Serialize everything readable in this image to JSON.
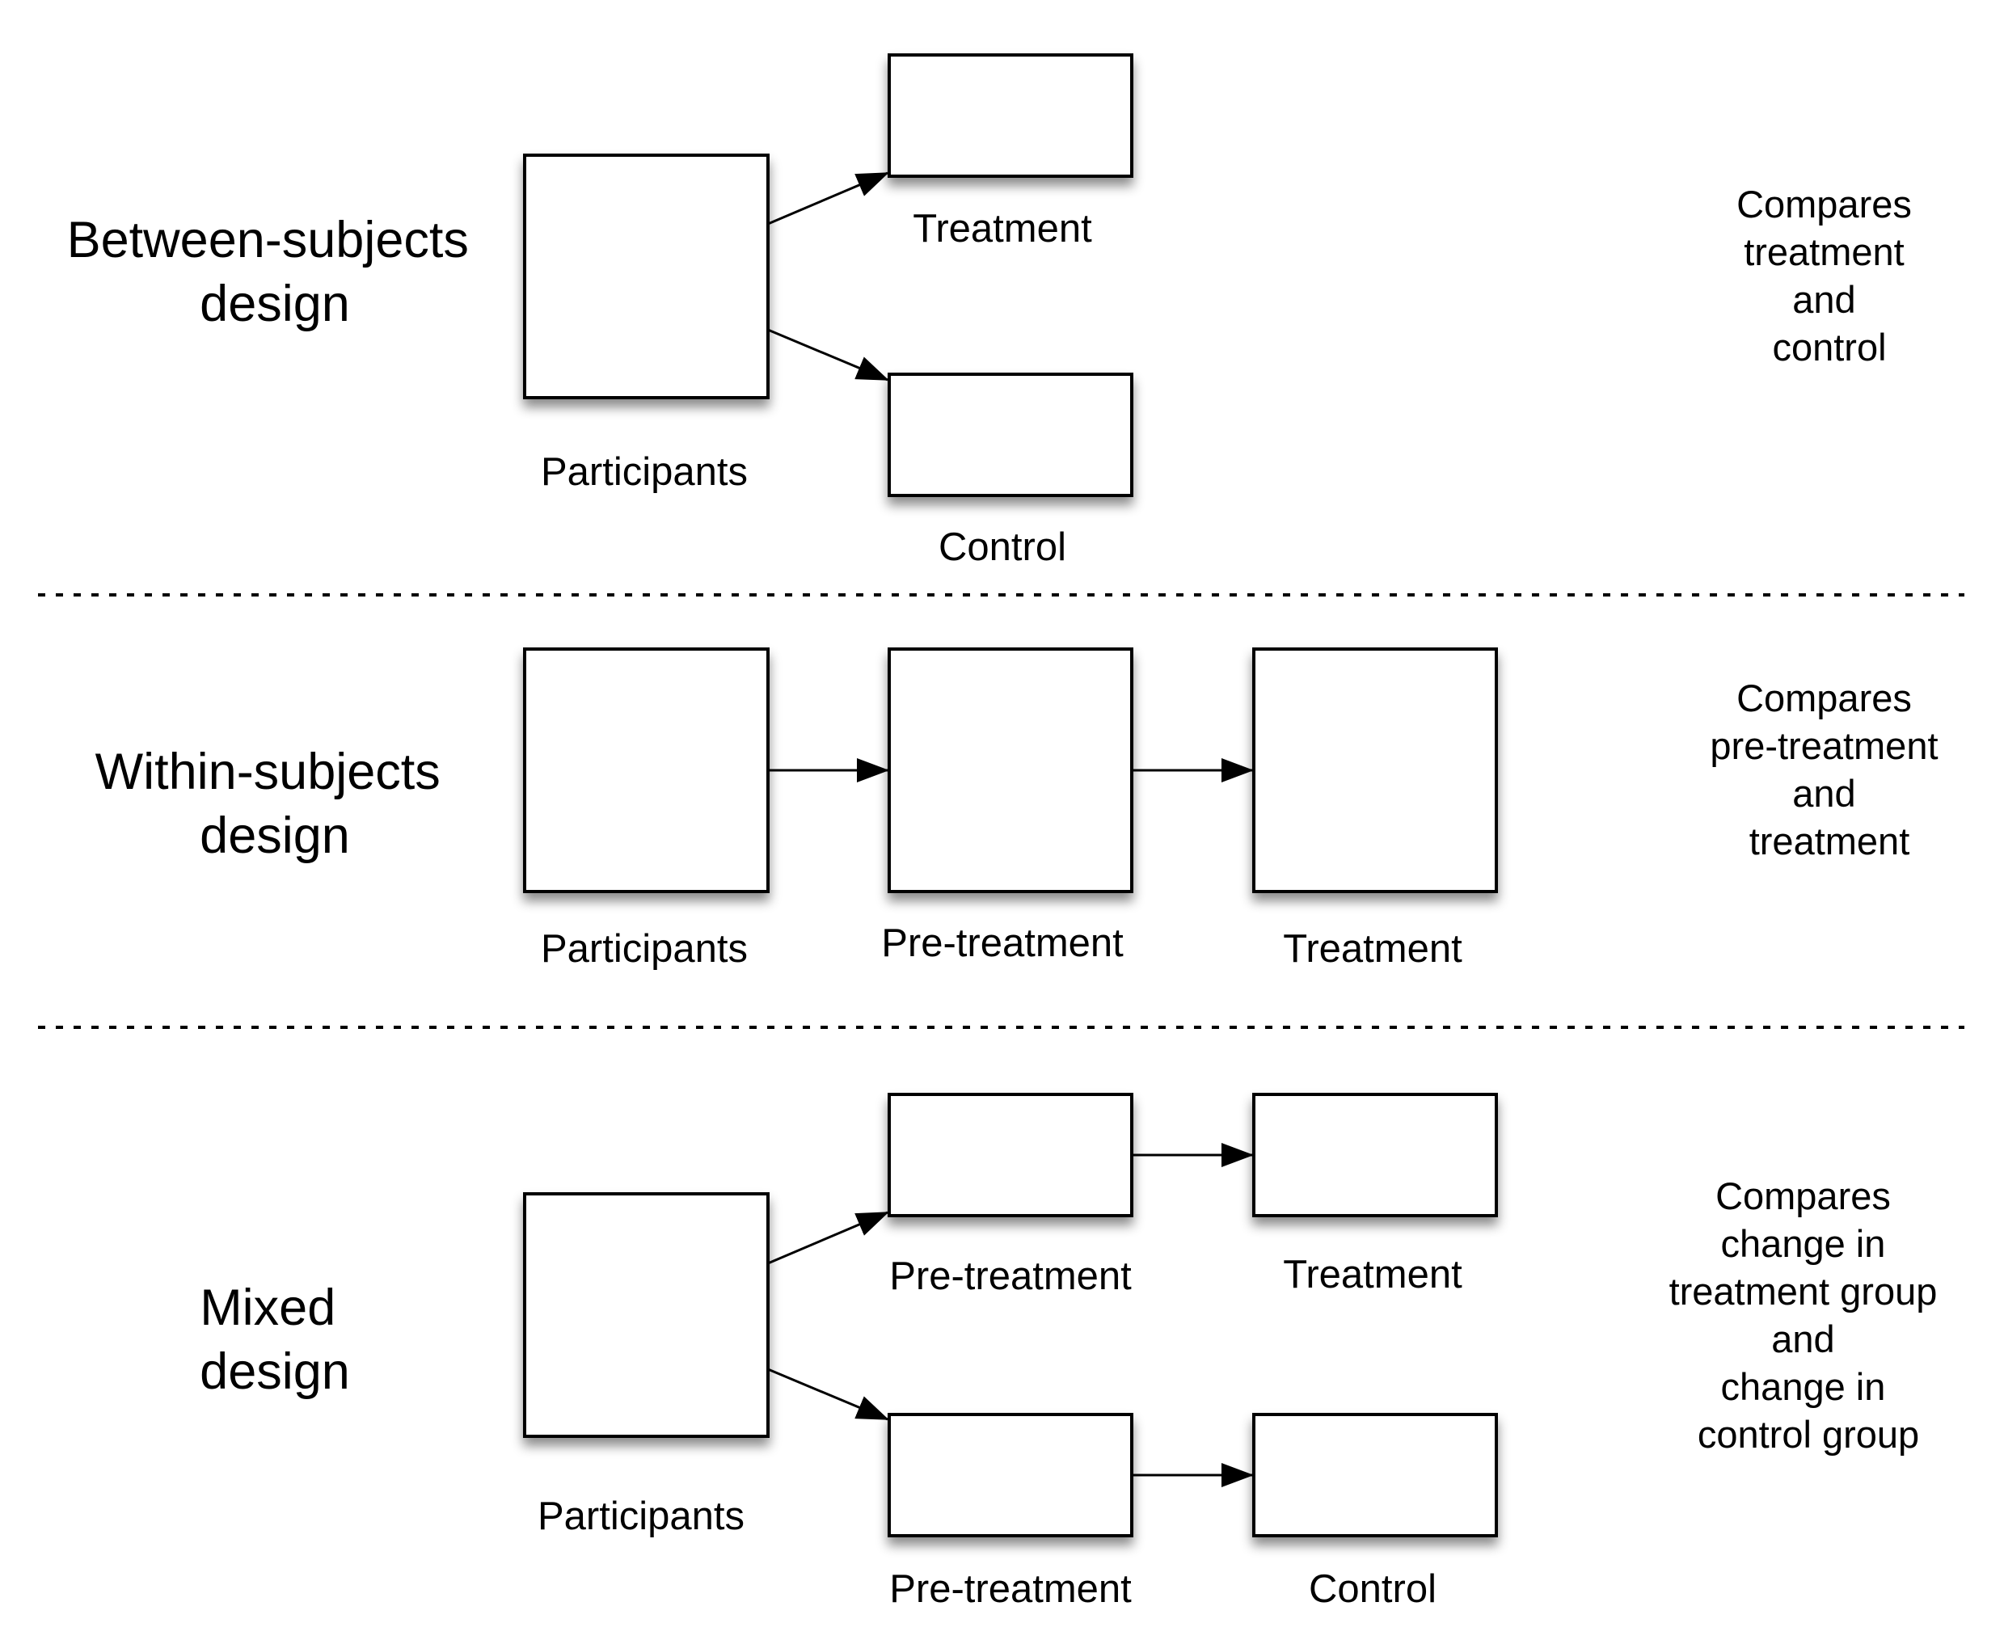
{
  "sections": [
    {
      "title_lines": [
        "Between-subjects",
        "design"
      ],
      "labels": {
        "participants": "Participants",
        "treatment": "Treatment",
        "control": "Control"
      },
      "note_lines": [
        "Compares",
        "treatment",
        "and",
        "control"
      ]
    },
    {
      "title_lines": [
        "Within-subjects",
        "design"
      ],
      "labels": {
        "participants": "Participants",
        "pre_treatment": "Pre-treatment",
        "treatment": "Treatment"
      },
      "note_lines": [
        "Compares",
        "pre-treatment",
        "and",
        "treatment"
      ]
    },
    {
      "title_lines": [
        "Mixed",
        "design"
      ],
      "labels": {
        "participants": "Participants",
        "pre_treatment_top": "Pre-treatment",
        "treatment": "Treatment",
        "pre_treatment_bottom": "Pre-treatment",
        "control": "Control"
      },
      "note_lines": [
        "Compares",
        "change in",
        "treatment group",
        "and",
        "change in",
        "control group"
      ]
    }
  ]
}
